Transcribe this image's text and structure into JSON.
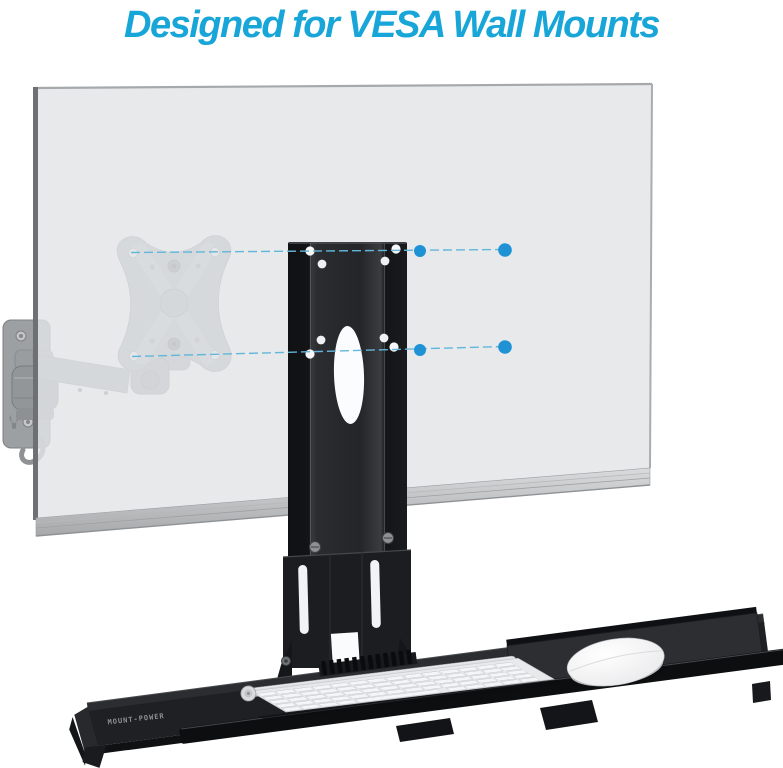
{
  "title": {
    "text": "Designed for VESA Wall Mounts",
    "color": "#18a6d9"
  },
  "tray": {
    "brand_label": "MOUNT-POWER"
  },
  "annotation": {
    "line_color": "#62b6da",
    "dot_color": "#1e92d4",
    "alignment_dots_count": 4,
    "alignment_lines_count": 2
  },
  "colors": {
    "accent_cyan": "#18a6d9",
    "bracket_black": "#1b1d20",
    "hardware_gray": "#9b9ea1",
    "monitor_glass": "#e4e6e8",
    "keyboard_white": "#eef0f2"
  },
  "parts": [
    {
      "name": "monitor-panel",
      "label": "translucent monitor"
    },
    {
      "name": "wall-mount-arm",
      "label": "articulating wall mount arm"
    },
    {
      "name": "vesa-plate",
      "label": "VESA adapter plate"
    },
    {
      "name": "bracket-column",
      "label": "vertical mounting bracket"
    },
    {
      "name": "keyboard-tray",
      "label": "keyboard and mouse tray"
    },
    {
      "name": "keyboard",
      "label": "white wireless keyboard"
    },
    {
      "name": "mouse",
      "label": "white mouse"
    }
  ]
}
